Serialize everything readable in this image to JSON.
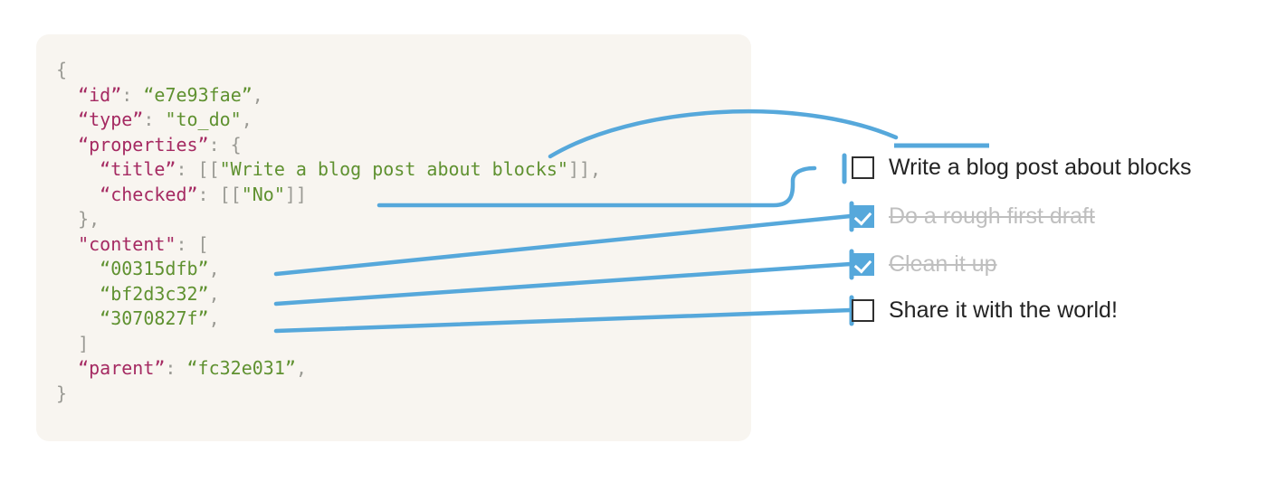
{
  "theme": {
    "panel_background": "#f8f5f0",
    "connector_color": "#56a8db",
    "checkbox_checked_fill": "#56a8db",
    "checkbox_border": "#2f2f2f",
    "key_color": "#a52a62",
    "string_color": "#5f9130",
    "punctuation_color": "#9a9a94",
    "label_color": "#232323",
    "done_label_color": "#bfbfbf",
    "page_background": "#ffffff"
  },
  "code_panel": {
    "language": "json",
    "lines": [
      {
        "indent": 0,
        "tokens": [
          {
            "t": "{",
            "c": "p"
          }
        ]
      },
      {
        "indent": 1,
        "tokens": [
          {
            "t": "“id”",
            "c": "k"
          },
          {
            "t": ": ",
            "c": "p"
          },
          {
            "t": "“e7e93fae”",
            "c": "s"
          },
          {
            "t": ",",
            "c": "p"
          }
        ]
      },
      {
        "indent": 1,
        "tokens": [
          {
            "t": "“type”",
            "c": "k"
          },
          {
            "t": ": ",
            "c": "p"
          },
          {
            "t": "\"to_do\"",
            "c": "s"
          },
          {
            "t": ",",
            "c": "p"
          }
        ]
      },
      {
        "indent": 1,
        "tokens": [
          {
            "t": "“properties”",
            "c": "k"
          },
          {
            "t": ": {",
            "c": "p"
          }
        ]
      },
      {
        "indent": 2,
        "tokens": [
          {
            "t": "“title”",
            "c": "k"
          },
          {
            "t": ": [[",
            "c": "p"
          },
          {
            "t": "\"Write a blog post about blocks\"",
            "c": "s"
          },
          {
            "t": "]],",
            "c": "p"
          }
        ]
      },
      {
        "indent": 2,
        "tokens": [
          {
            "t": "“checked”",
            "c": "k"
          },
          {
            "t": ": [[",
            "c": "p"
          },
          {
            "t": "\"No\"",
            "c": "s"
          },
          {
            "t": "]]",
            "c": "p"
          }
        ]
      },
      {
        "indent": 1,
        "tokens": [
          {
            "t": "},",
            "c": "p"
          }
        ]
      },
      {
        "indent": 1,
        "tokens": [
          {
            "t": "\"content\"",
            "c": "k"
          },
          {
            "t": ": [",
            "c": "p"
          }
        ]
      },
      {
        "indent": 2,
        "tokens": [
          {
            "t": "“00315dfb”",
            "c": "s"
          },
          {
            "t": ",",
            "c": "p"
          }
        ]
      },
      {
        "indent": 2,
        "tokens": [
          {
            "t": "“bf2d3c32”",
            "c": "s"
          },
          {
            "t": ",",
            "c": "p"
          }
        ]
      },
      {
        "indent": 2,
        "tokens": [
          {
            "t": "“3070827f”",
            "c": "s"
          },
          {
            "t": ",",
            "c": "p"
          }
        ]
      },
      {
        "indent": 1,
        "tokens": [
          {
            "t": "]",
            "c": "p"
          }
        ]
      },
      {
        "indent": 1,
        "tokens": [
          {
            "t": "“parent”",
            "c": "k"
          },
          {
            "t": ": ",
            "c": "p"
          },
          {
            "t": "“fc32e031”",
            "c": "s"
          },
          {
            "t": ",",
            "c": "p"
          }
        ]
      },
      {
        "indent": 0,
        "tokens": [
          {
            "t": "}",
            "c": "p"
          }
        ]
      }
    ]
  },
  "checklist": {
    "items": [
      {
        "label": "Write a blog post about blocks",
        "checked": false
      },
      {
        "label": "Do a rough first draft",
        "checked": true
      },
      {
        "label": "Clean it up",
        "checked": true
      },
      {
        "label": "Share it with the world!",
        "checked": false
      }
    ]
  },
  "connectors": [
    {
      "name": "title-to-first-item",
      "from": "properties.title",
      "to": "item-0-label"
    },
    {
      "name": "checked-to-first-checkbox",
      "from": "properties.checked",
      "to": "item-0-checkbox"
    },
    {
      "name": "content-0-to-second-item",
      "from": "content[0]",
      "to": "item-1"
    },
    {
      "name": "content-1-to-third-item",
      "from": "content[1]",
      "to": "item-2"
    },
    {
      "name": "content-2-to-fourth-item",
      "from": "content[2]",
      "to": "item-3"
    }
  ]
}
